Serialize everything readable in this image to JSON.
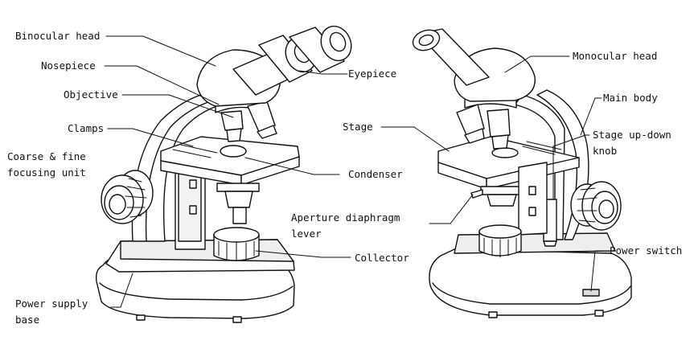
{
  "labels": {
    "binocular_head": "Binocular head",
    "nosepiece": "Nosepiece",
    "objective": "Objective",
    "clamps": "Clamps",
    "coarse_fine_line1": "Coarse & fine",
    "coarse_fine_line2": "focusing unit",
    "power_supply_line1": "Power supply",
    "power_supply_line2": "base",
    "eyepiece": "Eyepiece",
    "condenser": "Condenser",
    "collector": "Collector",
    "monocular_head": "Monocular head",
    "main_body": "Main body",
    "stage": "Stage",
    "stage_updown_line1": "Stage up-down",
    "stage_updown_line2": "knob",
    "aperture_line1": "Aperture diaphragm",
    "aperture_line2": "lever",
    "power_switch": "Power switch"
  },
  "colors": {
    "ink": "#111111",
    "fill": "#ffffff",
    "shade": "#dcdcdc",
    "dark": "#9a9a9a"
  }
}
